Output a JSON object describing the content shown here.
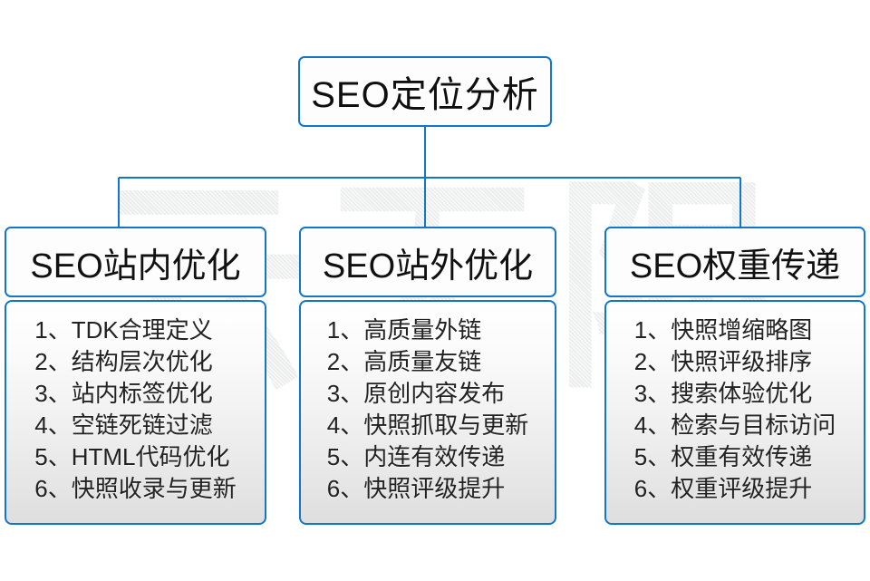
{
  "diagram": {
    "title": "SEO定位分析",
    "watermark_text": "云无限",
    "accent_color": "#1277c8",
    "text_color": "#111111",
    "root": {
      "label": "SEO定位分析"
    },
    "columns": [
      {
        "header": "SEO站内优化",
        "items": [
          {
            "num": "1、",
            "text": "TDK合理定义"
          },
          {
            "num": "2、",
            "text": "结构层次优化"
          },
          {
            "num": "3、",
            "text": "站内标签优化"
          },
          {
            "num": "4、",
            "text": "空链死链过滤"
          },
          {
            "num": "5、",
            "text": "HTML代码优化"
          },
          {
            "num": "6、",
            "text": "快照收录与更新"
          }
        ]
      },
      {
        "header": "SEO站外优化",
        "items": [
          {
            "num": "1、",
            "text": "高质量外链"
          },
          {
            "num": "2、",
            "text": "高质量友链"
          },
          {
            "num": "3、",
            "text": "原创内容发布"
          },
          {
            "num": "4、",
            "text": "快照抓取与更新"
          },
          {
            "num": "5、",
            "text": "内连有效传递"
          },
          {
            "num": "6、",
            "text": "快照评级提升"
          }
        ]
      },
      {
        "header": "SEO权重传递",
        "items": [
          {
            "num": "1、",
            "text": "快照增缩略图"
          },
          {
            "num": "2、",
            "text": "快照评级排序"
          },
          {
            "num": "3、",
            "text": "搜索体验优化"
          },
          {
            "num": "4、",
            "text": "检索与目标访问"
          },
          {
            "num": "5、",
            "text": "权重有效传递"
          },
          {
            "num": "6、",
            "text": "权重评级提升"
          }
        ]
      }
    ]
  }
}
